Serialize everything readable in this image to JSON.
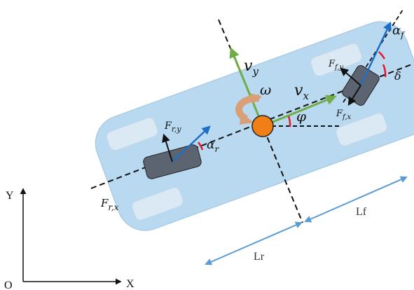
{
  "axes": {
    "origin": "O",
    "x": "X",
    "y": "Y"
  },
  "velocity": {
    "vx": {
      "base": "v",
      "sub": "x"
    },
    "vy": {
      "base": "v",
      "sub": "y"
    },
    "omega": "ω"
  },
  "angles": {
    "phi": "φ",
    "delta": "δ",
    "alpha_f": {
      "base": "α",
      "sub": "f"
    },
    "alpha_r": {
      "base": "α",
      "sub": "r"
    }
  },
  "forces": {
    "ffy": {
      "base": "F",
      "sub": "f,y"
    },
    "ffx": {
      "base": "F",
      "sub": "f,x"
    },
    "fry": {
      "base": "F",
      "sub": "r,y"
    },
    "frx": {
      "base": "F",
      "sub": "r,x"
    }
  },
  "lengths": {
    "lf": "Lf",
    "lr": "Lr"
  },
  "colors": {
    "body": "#b9d9f0",
    "body_stroke": "#a3c8e3",
    "wheel": "#5b6470",
    "seat": "#dbe9f4",
    "velocity_arrow": "#70ad47",
    "wheel_arrow": "#1f6fc5",
    "angle_arc": "#e0192b",
    "cog": "#f07f18",
    "omega_arrow": "#d9a077",
    "dimension": "#5a9bd5"
  }
}
